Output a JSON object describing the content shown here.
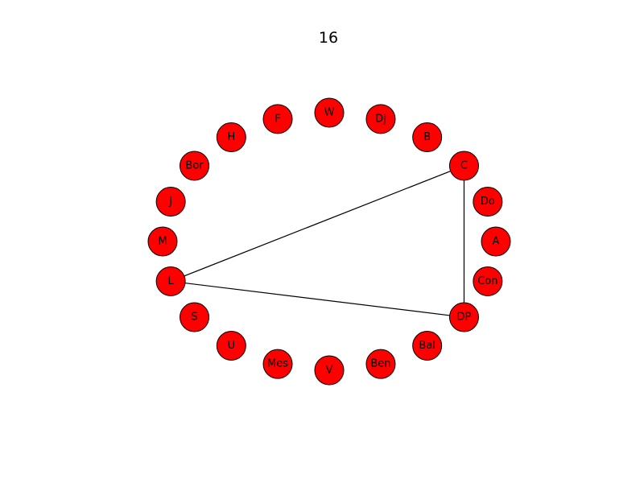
{
  "title": "16",
  "colors": {
    "node_fill": "#ff0000",
    "node_stroke": "#000000",
    "edge": "#000000"
  },
  "nodes": [
    {
      "id": "W"
    },
    {
      "id": "Dj"
    },
    {
      "id": "B"
    },
    {
      "id": "C"
    },
    {
      "id": "Do"
    },
    {
      "id": "A"
    },
    {
      "id": "Con"
    },
    {
      "id": "DP"
    },
    {
      "id": "Bal"
    },
    {
      "id": "Ben"
    },
    {
      "id": "V"
    },
    {
      "id": "Mes"
    },
    {
      "id": "U"
    },
    {
      "id": "S"
    },
    {
      "id": "L"
    },
    {
      "id": "M"
    },
    {
      "id": "J"
    },
    {
      "id": "Bor"
    },
    {
      "id": "H"
    },
    {
      "id": "F"
    }
  ],
  "edges": [
    {
      "source": "C",
      "target": "L"
    },
    {
      "source": "C",
      "target": "DP"
    },
    {
      "source": "L",
      "target": "DP"
    }
  ]
}
